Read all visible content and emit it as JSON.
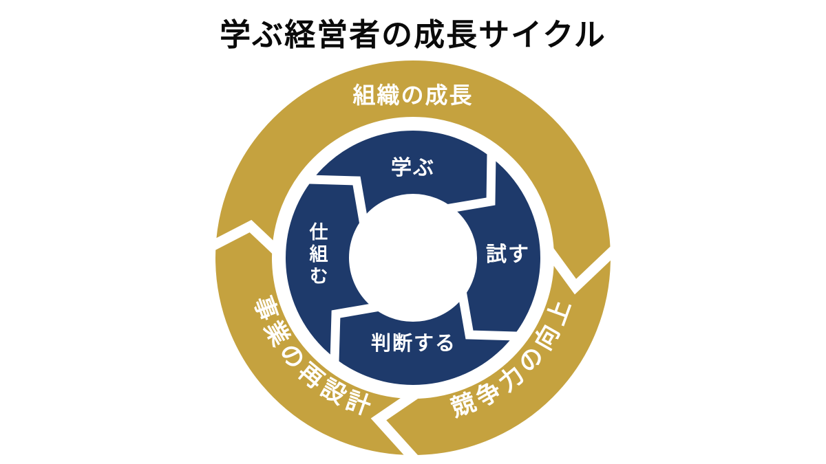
{
  "diagram": {
    "title": "学ぶ経営者の成長サイクル",
    "flow_direction": "clockwise",
    "colors": {
      "gold": "#C5A23F",
      "navy": "#1E3A6B",
      "background": "#FFFFFF",
      "label_text": "#FFFFFF",
      "title_text": "#0A0A0A"
    },
    "outer_ring": {
      "labels": [
        {
          "text": "組織の成長",
          "position": "top"
        },
        {
          "text": "競争力の向上",
          "position": "bottom-right"
        },
        {
          "text": "事業の再設計",
          "position": "bottom-left"
        }
      ]
    },
    "inner_ring": {
      "steps": [
        {
          "text": "学ぶ",
          "position": "top"
        },
        {
          "text": "試す",
          "position": "right"
        },
        {
          "text": "判断する",
          "position": "bottom"
        },
        {
          "text": "仕組む",
          "position": "left",
          "orientation": "vertical"
        }
      ]
    }
  }
}
